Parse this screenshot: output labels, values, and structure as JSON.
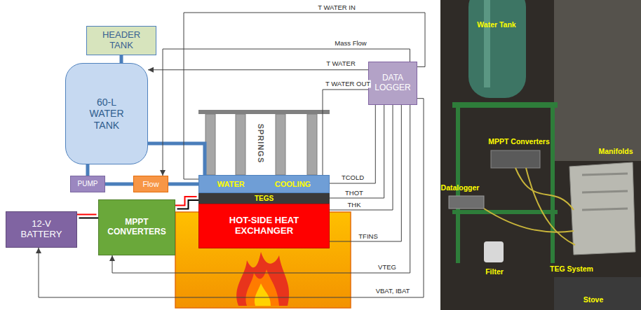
{
  "diagram": {
    "nodes": [
      {
        "text": [
          "HEADER TANK"
        ]
      },
      {
        "text": [
          "60-L WATER TANK"
        ]
      },
      {
        "text": [
          "DATA LOGGER"
        ]
      },
      {
        "text": [
          "PUMP"
        ]
      },
      {
        "text": [
          "Flow"
        ]
      },
      {
        "text": [
          "WATER COOLING"
        ]
      },
      {
        "text": [
          "TEGS"
        ]
      },
      {
        "text": [
          "HOT-SIDE HEAT EXCHANGER"
        ]
      },
      {
        "text": [
          "12-V BATTERY"
        ]
      },
      {
        "text": [
          "MPPT CONVERTERS"
        ]
      }
    ],
    "edges": [
      {
        "from": 0,
        "to": 1,
        "arrow": "none"
      },
      {
        "from": 1,
        "to": 3,
        "arrow": "none"
      },
      {
        "from": 3,
        "to": 4,
        "arrow": "none"
      },
      {
        "from": 4,
        "to": 5,
        "arrow": "none"
      },
      {
        "from": 5,
        "to": 1,
        "arrow": "none"
      },
      {
        "from": 2,
        "to": 5,
        "label": "T WATER IN",
        "arrow": "none"
      },
      {
        "from": 2,
        "to": 4,
        "label": "Mass Flow",
        "arrow": "to"
      },
      {
        "from": 2,
        "to": 1,
        "label": "T WATER",
        "arrow": "to"
      },
      {
        "from": 2,
        "to": 5,
        "label": "T WATER OUT",
        "arrow": "none"
      },
      {
        "from": 2,
        "to": 5,
        "label": "TCOLD",
        "arrow": "none"
      },
      {
        "from": 2,
        "to": 6,
        "label": "THOT",
        "arrow": "none"
      },
      {
        "from": 2,
        "to": 7,
        "label": "THK",
        "arrow": "none"
      },
      {
        "from": 2,
        "to": 7,
        "label": "TFINS",
        "arrow": "none"
      },
      {
        "from": 2,
        "to": 9,
        "label": "VTEG",
        "arrow": "to"
      },
      {
        "from": 2,
        "to": 8,
        "label": "VBAT, IBAT",
        "arrow": "to"
      },
      {
        "from": 6,
        "to": 9,
        "arrow": "none"
      },
      {
        "from": 9,
        "to": 8,
        "arrow": "none"
      }
    ],
    "labels": [
      "SPRINGS",
      "Water Tank",
      "MPPT Converters",
      "Manifolds",
      "Datalogger",
      "Filter",
      "TEG System",
      "Stove"
    ]
  }
}
